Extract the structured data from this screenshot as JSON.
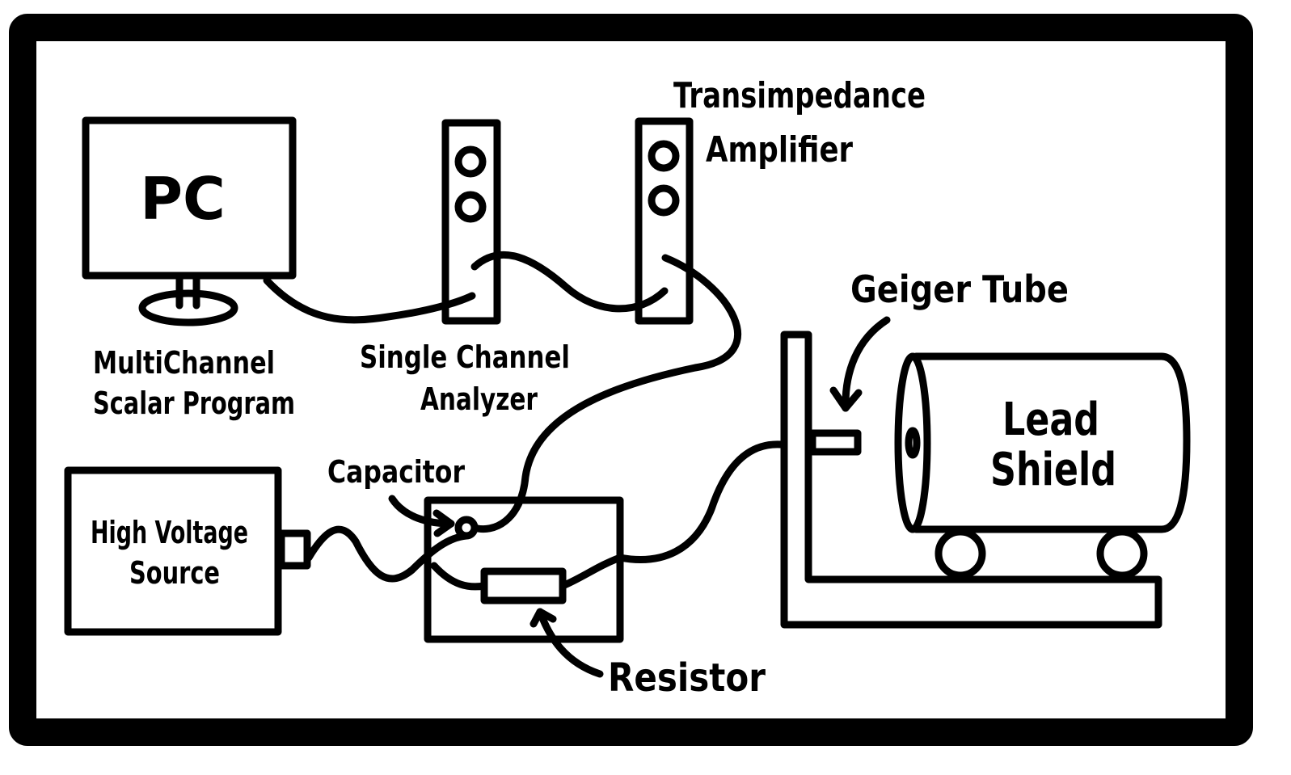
{
  "labels": {
    "pc": "PC",
    "mcs_line1": "MultiChannel",
    "mcs_line2": "Scalar Program",
    "sca_line1": "Single Channel",
    "sca_line2": "Analyzer",
    "tia_line1": "Transimpedance",
    "tia_line2": "Amplifier",
    "geiger_tube": "Geiger Tube",
    "lead_line1": "Lead",
    "lead_line2": "Shield",
    "hv_line1": "High Voltage",
    "hv_line2": "Source",
    "capacitor": "Capacitor",
    "resistor": "Resistor"
  },
  "colors": {
    "ink": "#000000",
    "background": "#ffffff"
  }
}
